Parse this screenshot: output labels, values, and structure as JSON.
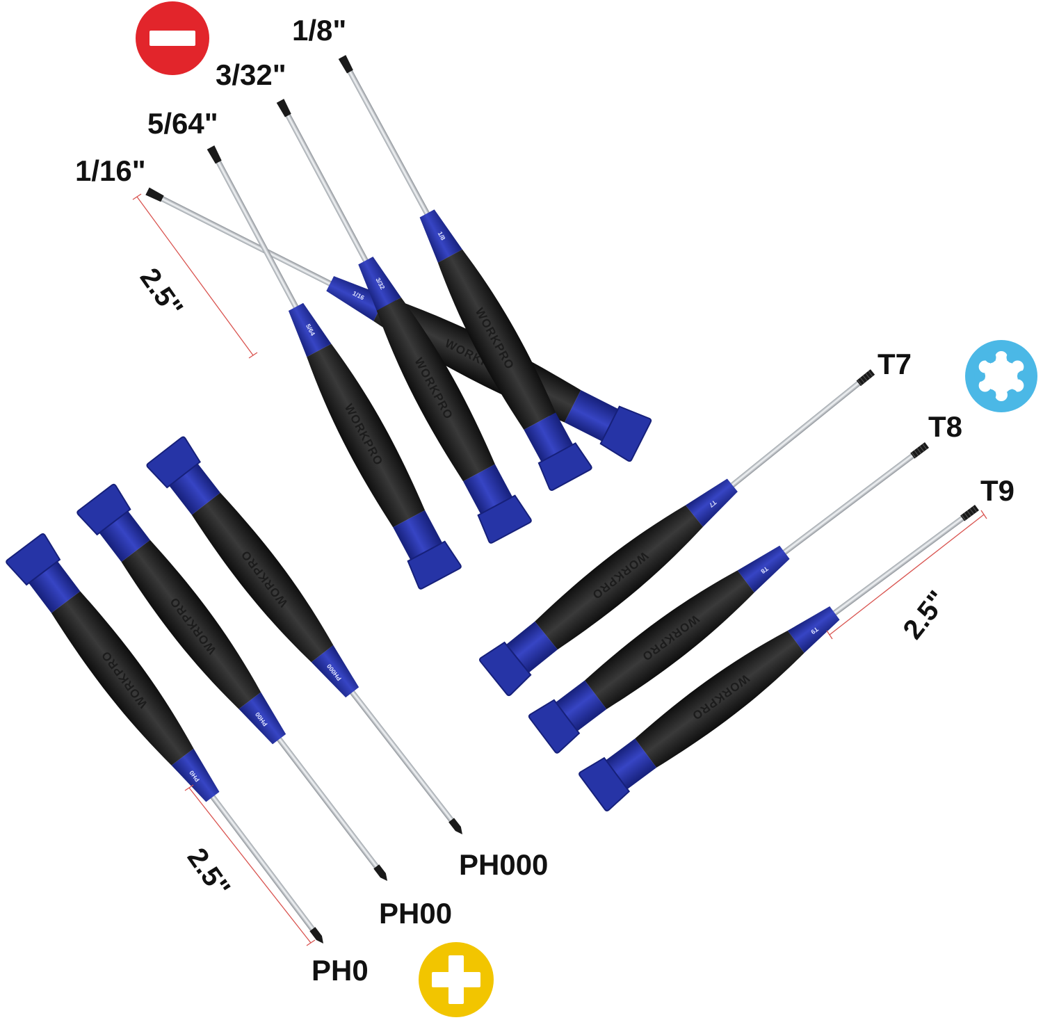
{
  "brand": "WORKPRO",
  "colors": {
    "handle_blue": "#2634a6",
    "handle_blue_dark": "#16207a",
    "grip_black": "#1b1b1b",
    "shaft_steel": "#cfd2d6",
    "dimension_line": "#d9534f",
    "slotted_icon": "#e2252b",
    "phillips_icon": "#f2c500",
    "torx_icon": "#4bb8e6"
  },
  "icons": {
    "slotted": "slotted-minus-icon",
    "phillips": "phillips-plus-icon",
    "torx": "torx-star-icon"
  },
  "slotted": [
    {
      "tip": "1/16\"",
      "handle_print": "1/16"
    },
    {
      "tip": "5/64\"",
      "handle_print": "5/64"
    },
    {
      "tip": "3/32\"",
      "handle_print": "3/32"
    },
    {
      "tip": "1/8\"",
      "handle_print": "1/8"
    }
  ],
  "phillips": [
    {
      "tip": "PH0",
      "handle_print": "PH0"
    },
    {
      "tip": "PH00",
      "handle_print": "PH00"
    },
    {
      "tip": "PH000",
      "handle_print": "PH000"
    }
  ],
  "torx": [
    {
      "tip": "T7",
      "handle_print": "T7"
    },
    {
      "tip": "T8",
      "handle_print": "T8"
    },
    {
      "tip": "T9",
      "handle_print": "T9"
    }
  ],
  "dimensions": {
    "slotted_shaft": "2.5\"",
    "phillips_shaft": "2.5\"",
    "torx_shaft": "2.5\""
  }
}
